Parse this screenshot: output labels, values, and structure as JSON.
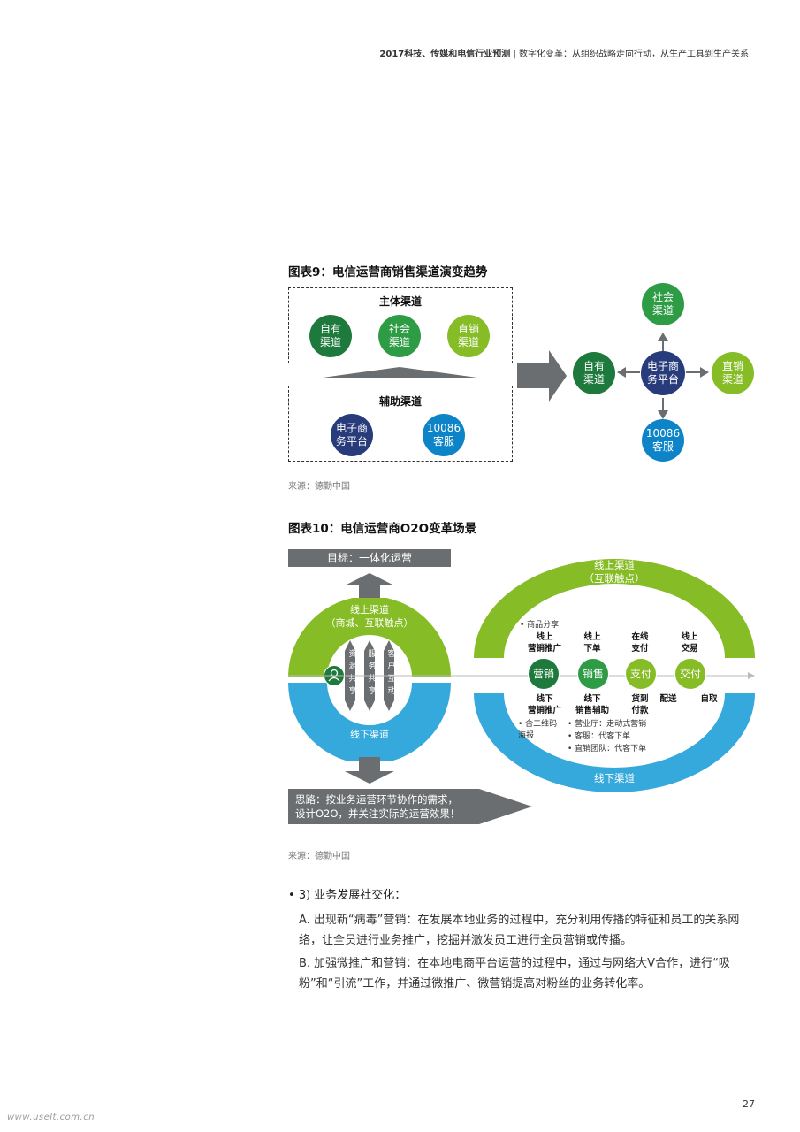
{
  "header": {
    "title_bold": "2017科技、传媒和电信行业预测",
    "separator": "|",
    "subtitle": "数字化变革：从组织战略走向行动，从生产工具到生产关系"
  },
  "fig9": {
    "title": "图表9：电信运营商销售渠道演变趋势",
    "main_channel_label": "主体渠道",
    "main_channels": [
      "自有\n渠道",
      "社会\n渠道",
      "直销\n渠道"
    ],
    "aux_channel_label": "辅助渠道",
    "aux_channels": [
      "电子商\n务平台",
      "10086\n客服"
    ],
    "hub": {
      "center": "电子商\n务平台",
      "top": "社会\n渠道",
      "left": "自有\n渠道",
      "right": "直销\n渠道",
      "bottom": "10086\n客服"
    },
    "source": "来源：德勤中国"
  },
  "fig10": {
    "title": "图表10：电信运营商O2O变革场景",
    "goal": "目标：一体化运营",
    "left_online": "线上渠道\n（商城、互联触点）",
    "left_offline": "线下渠道",
    "arrow_labels": [
      "资\n源\n共\n享",
      "服\n务\n共\n享",
      "客\n户\n互\n动"
    ],
    "right_online": "线上渠道\n（互联触点）",
    "right_offline": "线下渠道",
    "product_share": "商品分享",
    "stages": [
      {
        "online": "线上\n营销推广",
        "node": "营销",
        "offline": "线下\n营销推广"
      },
      {
        "online": "线上\n下单",
        "node": "销售",
        "offline": "线下\n销售辅助"
      },
      {
        "online": "在线\n支付",
        "node": "支付",
        "offline": "货到\n付款"
      },
      {
        "online": "线上\n交易",
        "node": "交付",
        "offline_a": "配送",
        "offline_b": "自取"
      }
    ],
    "notes_left": "含二维码\n海报",
    "notes_right": [
      "营业厅：走动式营销",
      "客服：代客下单",
      "直销团队：代客下单"
    ],
    "thinking": "思路：按业务运营环节协作的需求，\n设计O2O，并关注实际的运营效果！",
    "source": "来源：德勤中国"
  },
  "section": {
    "heading": "3) 业务发展社交化：",
    "para_a": "A. 出现新“病毒”营销：在发展本地业务的过程中，充分利用传播的特征和员工的关系网络，让全员进行业务推广，挖掘并激发员工进行全员营销或传播。",
    "para_b": "B. 加强微推广和营销：在本地电商平台运营的过程中，通过与网络大V合作，进行“吸粉”和“引流”工作，并通过微推广、微营销提高对粉丝的业务转化率。"
  },
  "page_number": "27",
  "watermark": "www.uselt.com.cn",
  "colors": {
    "dark_green": "#1e7a3c",
    "green": "#2e9b45",
    "light_green": "#86bc25",
    "navy": "#283b7a",
    "blue": "#0d84c7",
    "sky": "#35a8dc",
    "grey": "#6b6e70"
  }
}
